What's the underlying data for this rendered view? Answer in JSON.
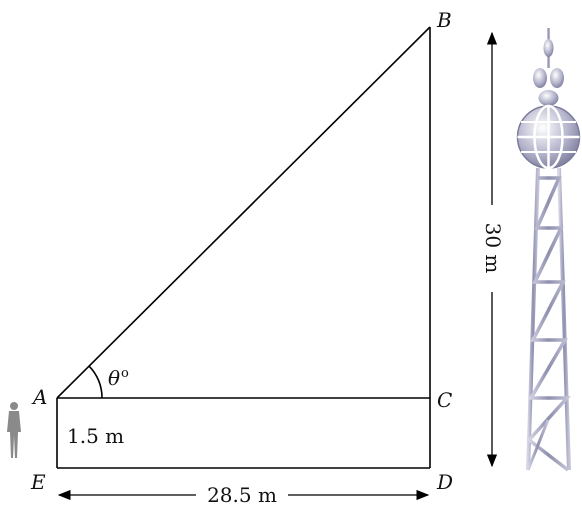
{
  "diagram": {
    "points": {
      "A": "A",
      "B": "B",
      "C": "C",
      "D": "D",
      "E": "E"
    },
    "angle_label": "θ",
    "angle_unit": "o",
    "height_label": "1.5 m",
    "base_label": "28.5 m",
    "tower_height_label": "30 m"
  },
  "icons": {
    "person": "person-icon",
    "tower": "tower-icon"
  },
  "colors": {
    "tower": "#9a9ab8",
    "person": "#8a8a8a"
  }
}
